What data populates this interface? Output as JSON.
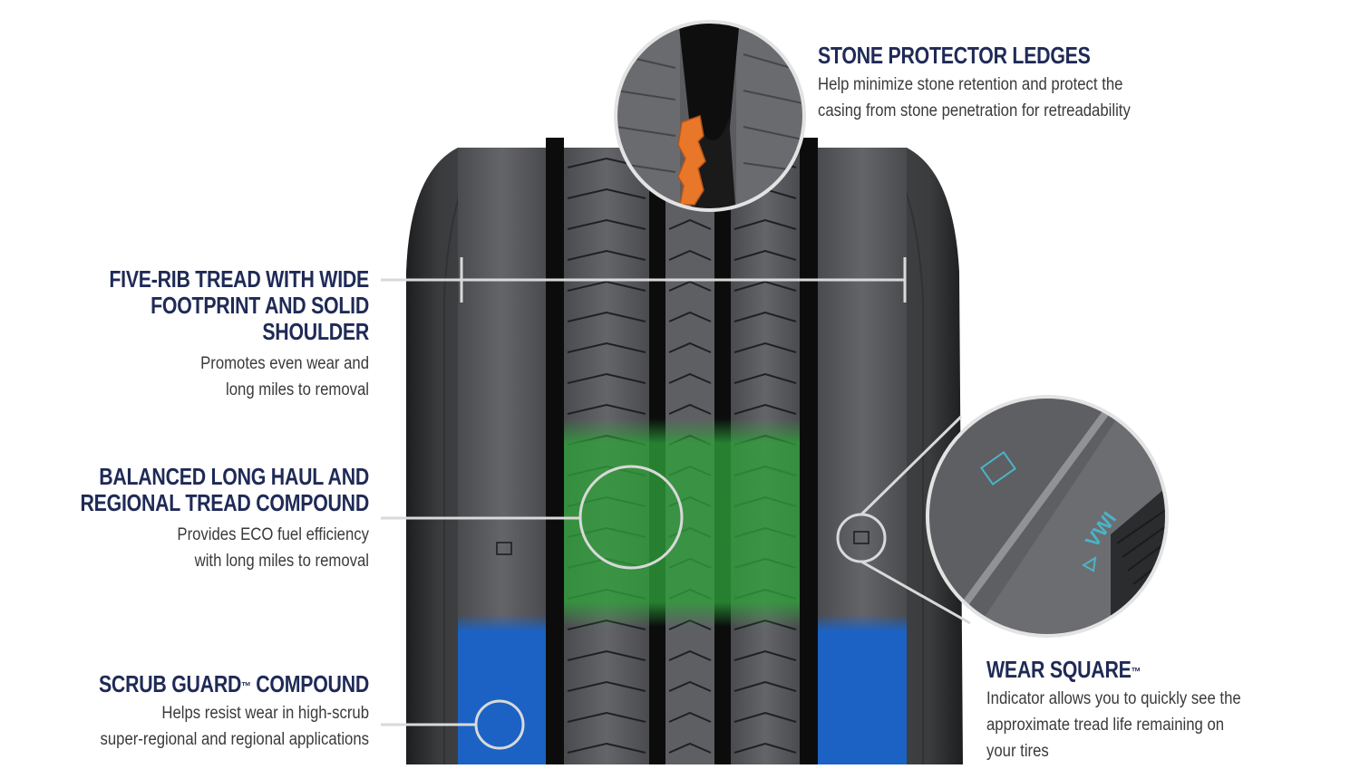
{
  "callouts": {
    "stone": {
      "title": "STONE PROTECTOR LEDGES",
      "line1": "Help minimize stone retention and protect the",
      "line2": "casing from stone penetration for retreadability"
    },
    "five_rib": {
      "title_line1": "FIVE-RIB TREAD WITH WIDE",
      "title_line2": "FOOTPRINT AND SOLID SHOULDER",
      "line1": "Promotes even wear and",
      "line2": "long miles to removal"
    },
    "compound": {
      "title_line1": "BALANCED LONG HAUL AND",
      "title_line2": "REGIONAL TREAD COMPOUND",
      "line1": "Provides ECO fuel efficiency",
      "line2": "with long miles to removal"
    },
    "scrub": {
      "title": "SCRUB GUARD",
      "title_suffix": " COMPOUND",
      "tm": "™",
      "line1": "Helps resist wear in high-scrub",
      "line2": "super-regional and regional applications"
    },
    "wear": {
      "title": "WEAR SQUARE",
      "tm": "™",
      "line1": "Indicator allows you to quickly see the",
      "line2": "approximate tread life remaining on",
      "line3": "your tires"
    }
  },
  "inset_text": "VWI",
  "colors": {
    "heading": "#1f2a56",
    "body_text": "#3a3a3a",
    "tire_dark": "#2a2b2d",
    "rubber": "#58595b",
    "groove": "#0c0c0d",
    "green_zone": "#2fa33a",
    "blue_zone": "#1b62c4",
    "stone_ledge": "#e8772a",
    "wear_square": "#4ab4c8",
    "callout_line": "#d9d9d9"
  }
}
